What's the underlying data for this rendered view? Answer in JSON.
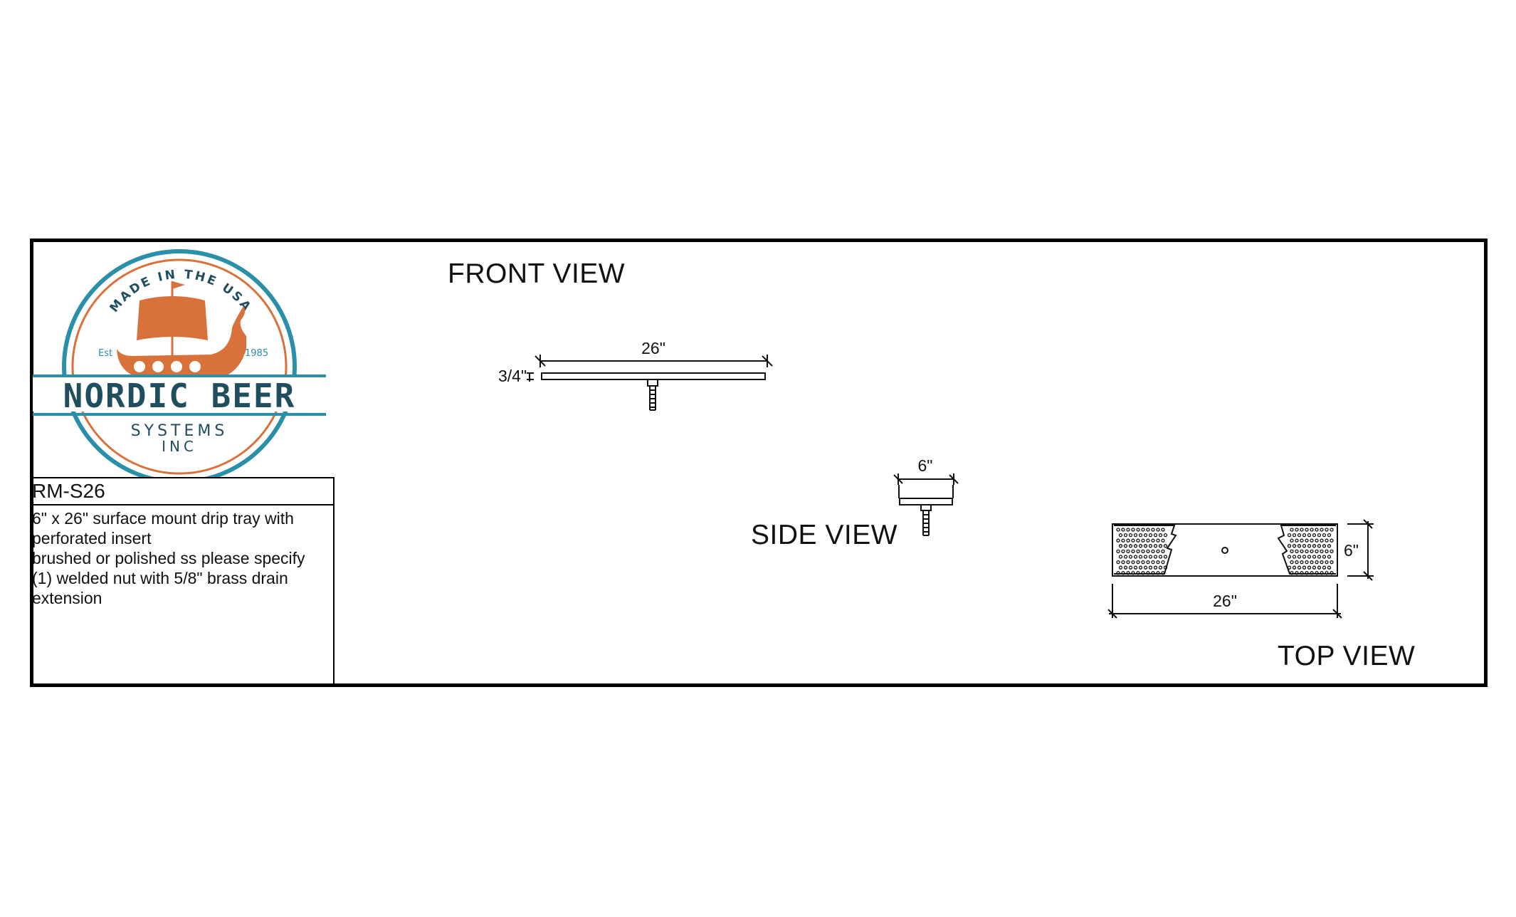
{
  "logo": {
    "arc_text": "MADE IN THE USA",
    "est": "Est",
    "year": "1985",
    "brand": "NORDIC BEER",
    "sub1": "SYSTEMS",
    "sub2": "INC",
    "colors": {
      "teal": "#2a8fa8",
      "navy": "#1f4e5f",
      "orange": "#d9713a"
    }
  },
  "info": {
    "code": "RM-S26",
    "lines": [
      "6\" x 26\" surface mount drip tray with",
      "perforated insert",
      "brushed or polished ss please specify",
      "(1) welded nut with 5/8\" brass drain",
      "extension"
    ]
  },
  "views": {
    "front": "FRONT VIEW",
    "side": "SIDE VIEW",
    "top": "TOP VIEW"
  },
  "dimensions": {
    "front_length": "26\"",
    "front_height": "3/4\"",
    "side_width": "6\"",
    "top_width": "6\"",
    "top_length": "26\""
  }
}
